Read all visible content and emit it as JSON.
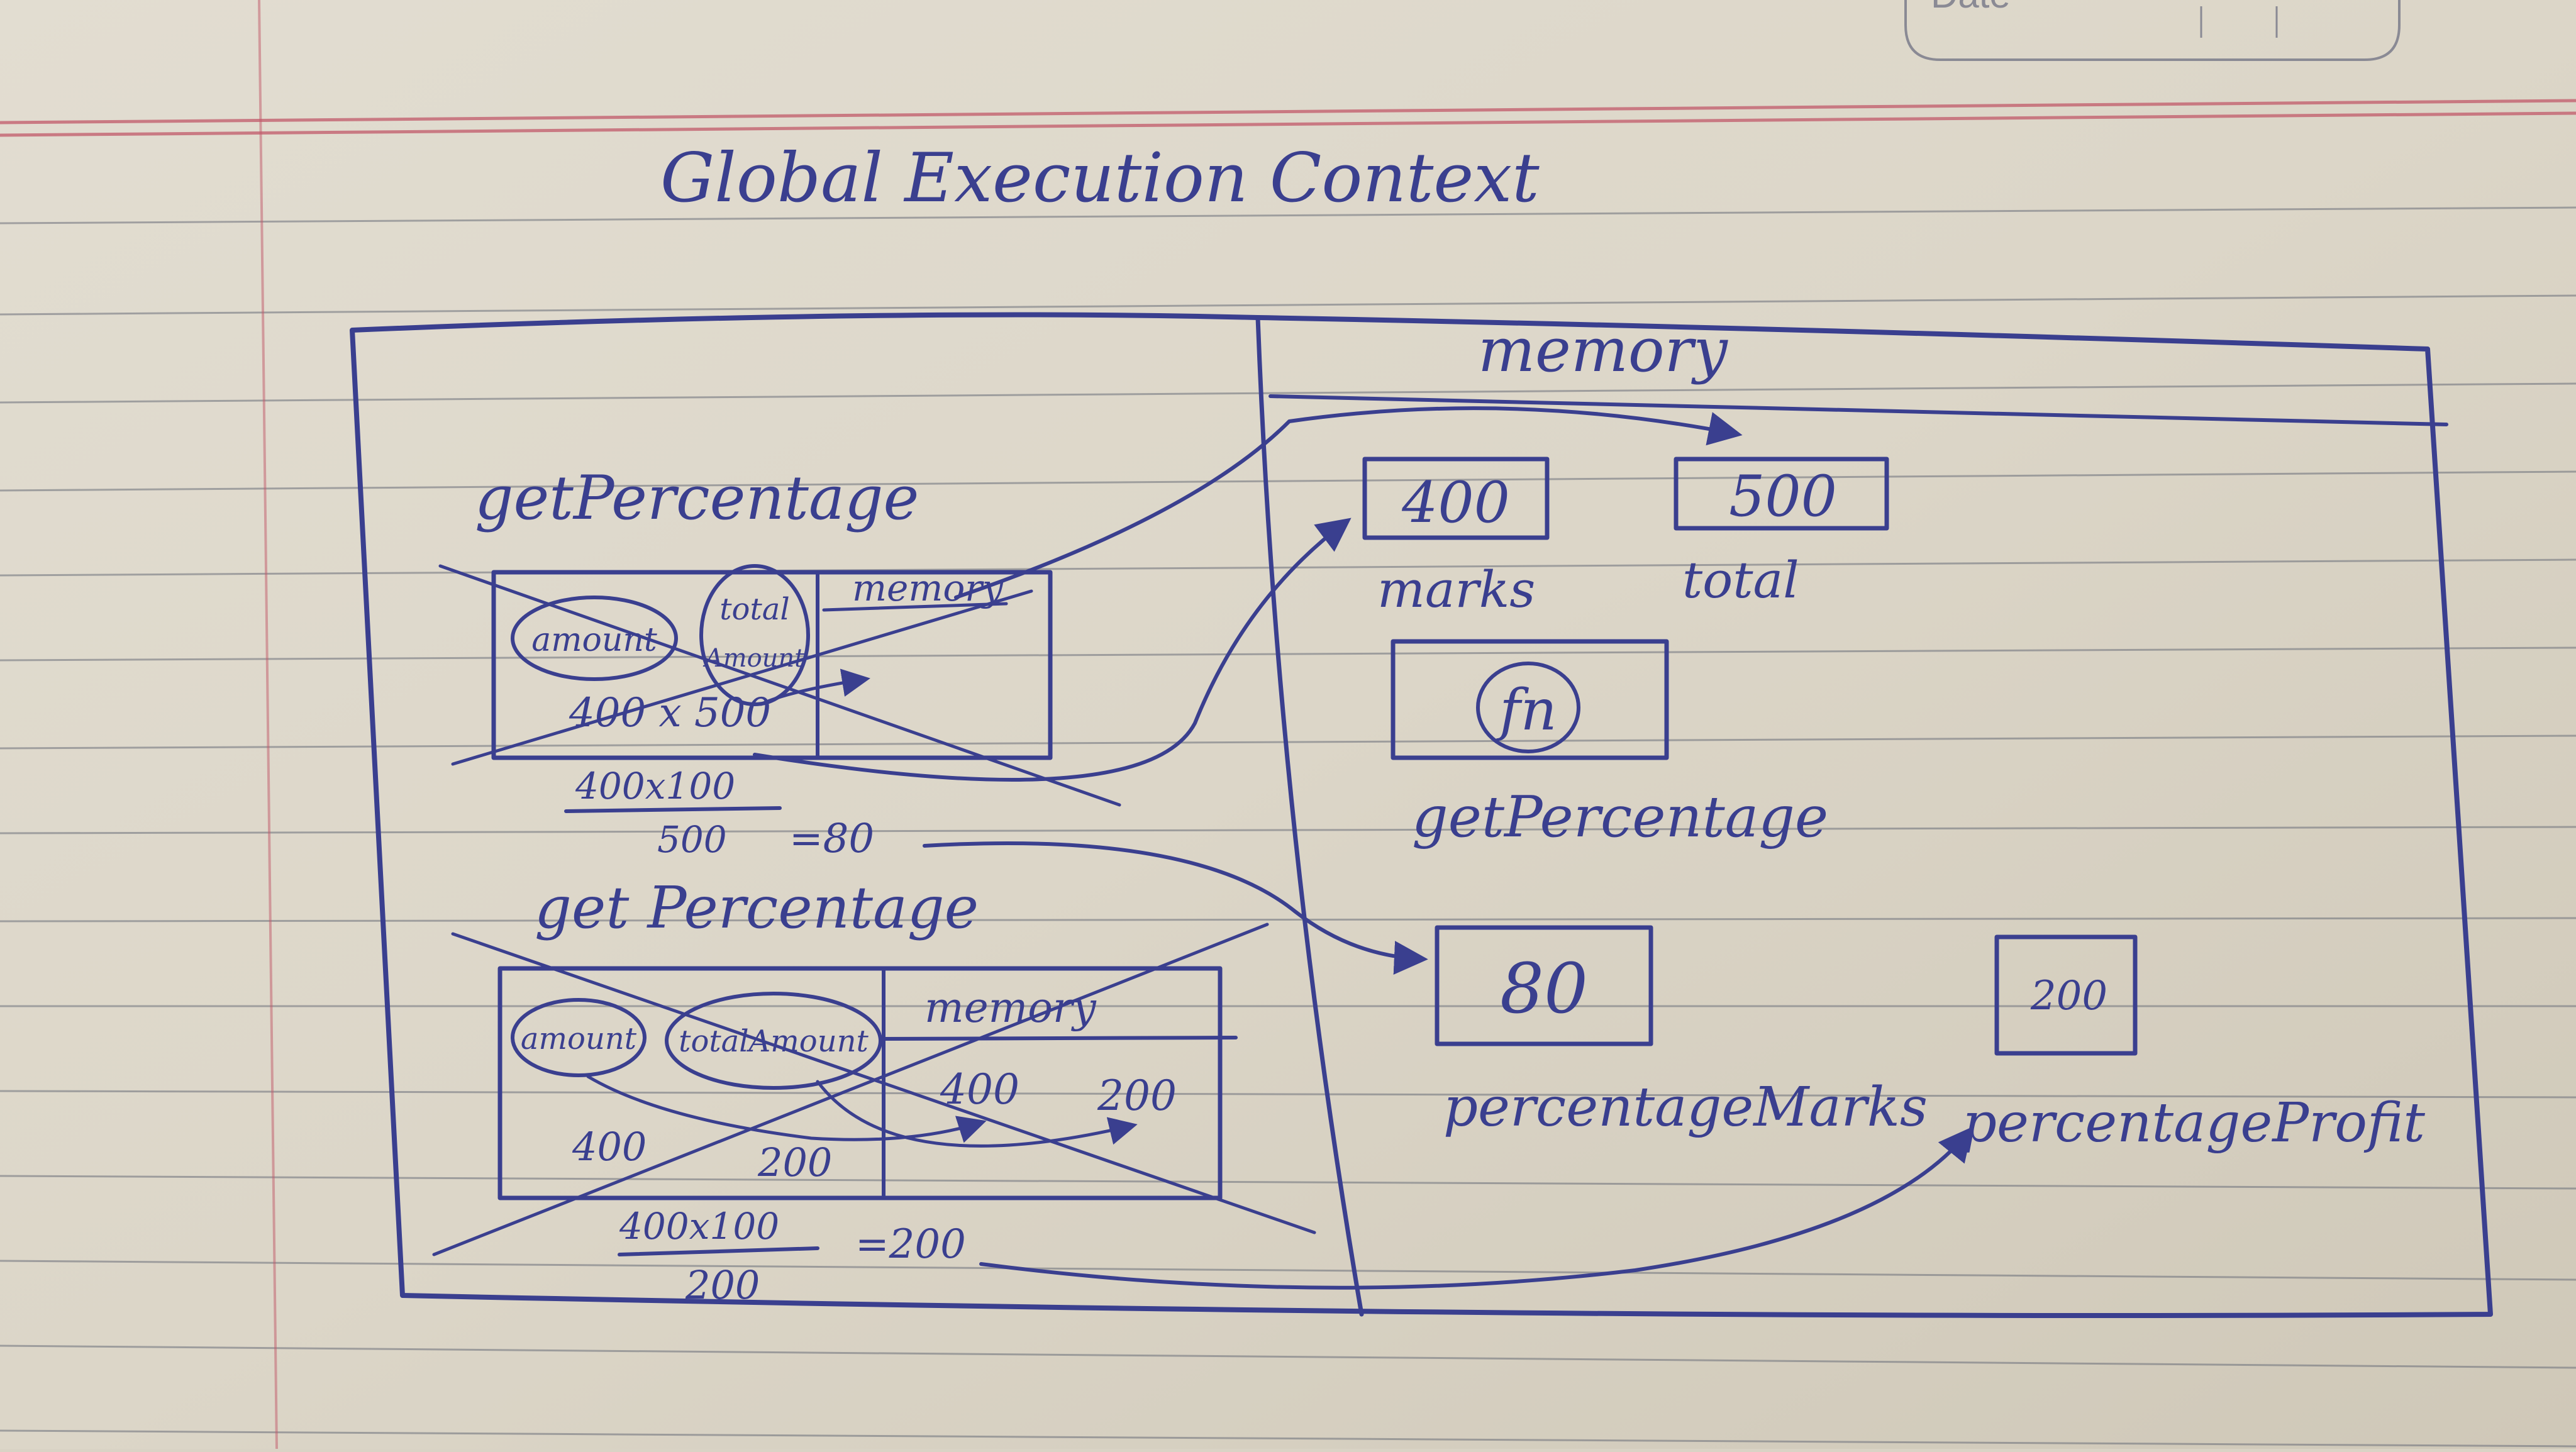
{
  "header_tab": {
    "label": "Date"
  },
  "title": "Global Execution Context",
  "memory": {
    "label": "memory",
    "marks": {
      "value": "400",
      "label": "marks"
    },
    "total": {
      "value": "500",
      "label": "total"
    },
    "function": {
      "value": "fn",
      "label": "getPercentage"
    },
    "percentage_marks": {
      "value": "80",
      "label": "percentageMarks"
    },
    "percentage_profit": {
      "value": "200",
      "label": "percentageProfit"
    }
  },
  "call1": {
    "title": "getPercentage",
    "param1": "amount",
    "param2": "total",
    "param2_sub": "Amount",
    "memory_label": "memory",
    "expression": "400 x 500",
    "numerator": "400x100",
    "denominator": "500",
    "result": "=80"
  },
  "call2": {
    "title": "get Percentage",
    "param1": "amount",
    "param2": "totalAmount",
    "memory_label": "memory",
    "mem_val1": "400",
    "mem_val2": "200",
    "arg1": "400",
    "arg2": "200",
    "numerator": "400x100",
    "denominator": "200",
    "result": "=200"
  }
}
